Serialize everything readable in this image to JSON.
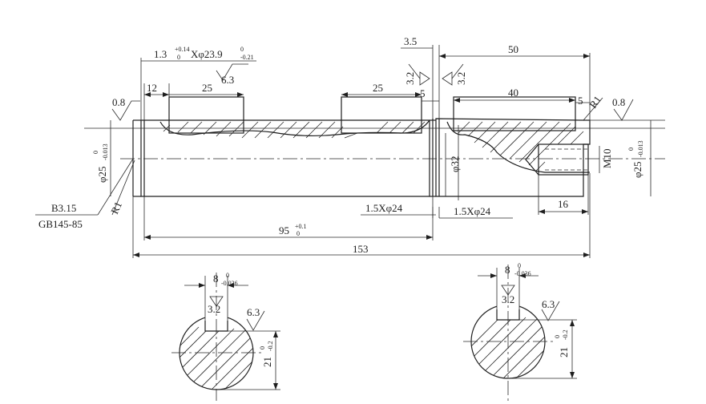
{
  "dims": {
    "groove_left": "1.3",
    "groove_left_tol_up": "+0.14",
    "groove_left_tol_lo": "0",
    "groove_left_dia": "Xφ23.9",
    "groove_left_dia_tol_up": "0",
    "groove_left_dia_tol_lo": "-0.21",
    "rough_63_top": "6.3",
    "d12": "12",
    "d25_left": "25",
    "d25_mid": "25",
    "d5_left": "5",
    "d35": "3.5",
    "rough_32_a": "3.2",
    "rough_32_b": "3.2",
    "d50": "50",
    "d40": "40",
    "d5_right": "5",
    "r1_right": "R1",
    "rough_08_right": "0.8",
    "rough_08_left": "0.8",
    "dia25_left": "φ25",
    "dia25_left_up": "0",
    "dia25_left_lo": "-0.013",
    "dia25_right": "φ25",
    "dia25_right_up": "0",
    "dia25_right_lo": "-0.013",
    "dia32": "φ32",
    "m10": "M10",
    "d16": "16",
    "groove_a": "1.5Xφ24",
    "groove_b": "1.5Xφ24",
    "d95": "95",
    "d95_up": "+0.1",
    "d95_lo": "0",
    "d153": "153",
    "r1_left": "R1",
    "center_hole_a": "B3.15",
    "center_hole_b": "GB145-85"
  },
  "sections": {
    "left": {
      "key": "8",
      "key_up": "0",
      "key_lo": "-0.036",
      "rough_key": "3.2",
      "rough_side": "6.3",
      "depth": "21",
      "depth_up": "0",
      "depth_lo": "-0.2"
    },
    "right": {
      "key": "8",
      "key_up": "0",
      "key_lo": "-0.036",
      "rough_key": "3.2",
      "rough_side": "6.3",
      "depth": "21",
      "depth_up": "0",
      "depth_lo": "-0.2"
    }
  }
}
